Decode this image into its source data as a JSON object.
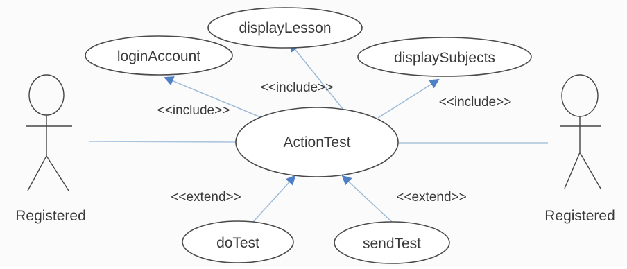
{
  "actors": [
    {
      "id": "left",
      "name": "Registered"
    },
    {
      "id": "right",
      "name": "Registered"
    }
  ],
  "use_cases": {
    "login": "loginAccount",
    "lesson": "displayLesson",
    "subjects": "displaySubjects",
    "action": "ActionTest",
    "do_test": "doTest",
    "send_test": "sendTest"
  },
  "relations": [
    {
      "from": "ActionTest",
      "to": "loginAccount",
      "stereotype": "<<include>>"
    },
    {
      "from": "ActionTest",
      "to": "displayLesson",
      "stereotype": "<<include>>"
    },
    {
      "from": "ActionTest",
      "to": "displaySubjects",
      "stereotype": "<<include>>"
    },
    {
      "from": "doTest",
      "to": "ActionTest",
      "stereotype": "<<extend>>"
    },
    {
      "from": "sendTest",
      "to": "ActionTest",
      "stereotype": "<<extend>>"
    }
  ],
  "stereotypes": {
    "include_login": "<<include>>",
    "include_lesson": "<<include>>",
    "include_subjects": "<<include>>",
    "extend_do": "<<extend>>",
    "extend_send": "<<extend>>"
  },
  "colors": {
    "connector": "#9dbbd8",
    "arrowhead": "#4f7fc4",
    "outline": "#4a4a4a"
  }
}
